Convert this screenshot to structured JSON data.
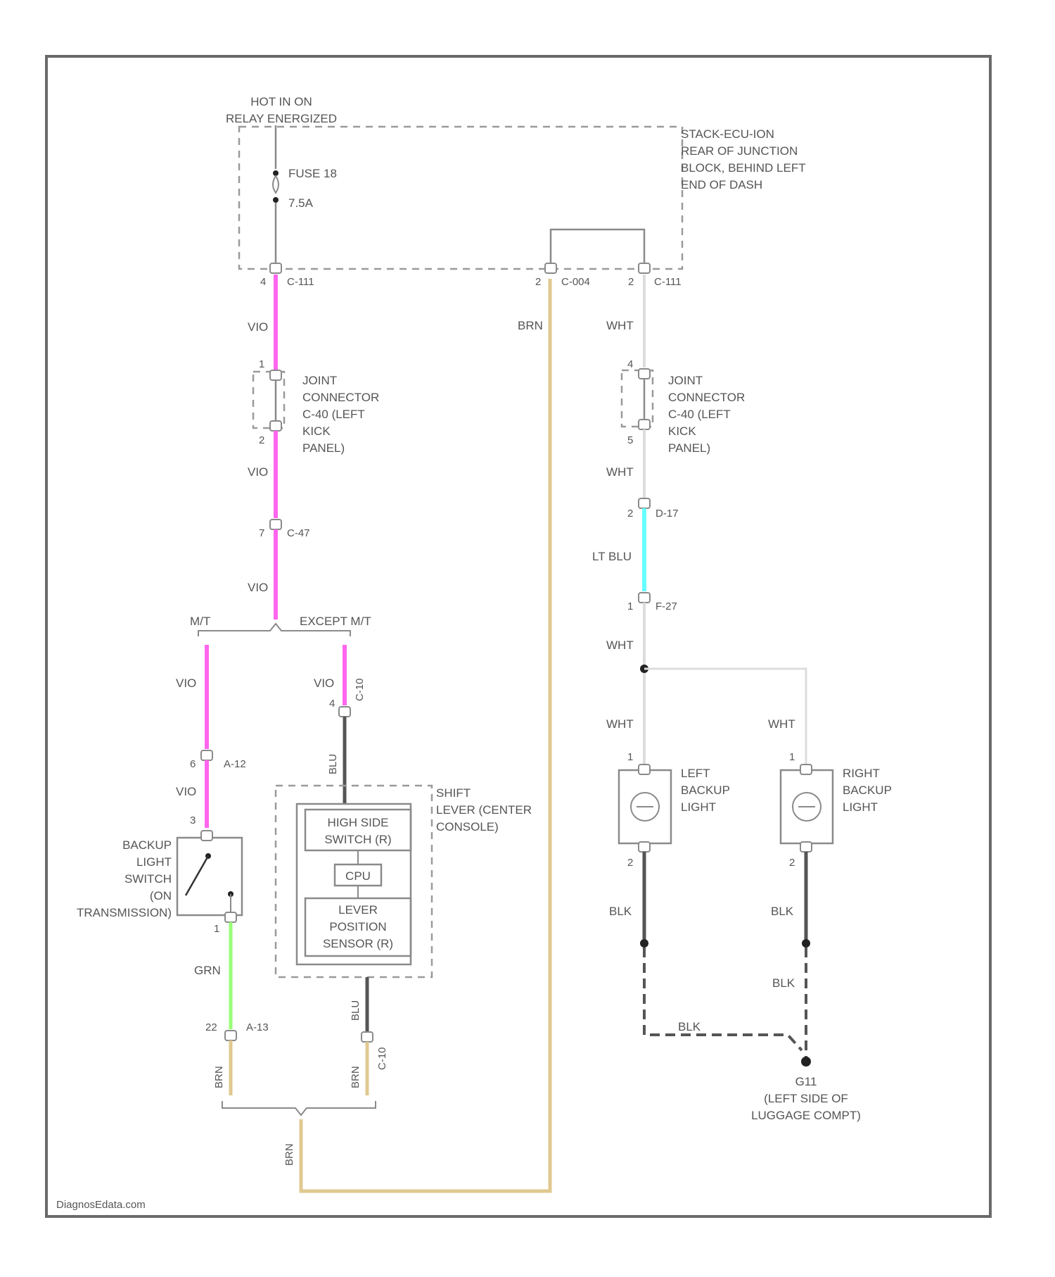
{
  "colors": {
    "vio": "#ff66ee",
    "brn": "#e0c890",
    "wht": "#dcdcdc",
    "ltblu": "#66ffff",
    "grn": "#99ff77",
    "blk": "#555555",
    "border": "#6a6a6a"
  },
  "power": {
    "line1": "HOT IN ON",
    "line2": "RELAY ENERGIZED"
  },
  "fuse": {
    "name": "FUSE 18",
    "rating": "7.5A"
  },
  "junction_block": {
    "line1": "STACK-ECU-ION",
    "line2": "REAR OF JUNCTION",
    "line3": "BLOCK, BEHIND LEFT",
    "line4": "END OF DASH"
  },
  "connectors": {
    "c1": {
      "pin": "4",
      "name": "C-111"
    },
    "c2": {
      "pin": "2",
      "name": "C-004"
    },
    "c3": {
      "pin": "2",
      "name": "C-111"
    },
    "jc_left_pin_top": "1",
    "jc_left_pin_bottom": "2",
    "jc_right_pin_top": "4",
    "jc_right_pin_bottom": "5",
    "c47": {
      "pin": "7",
      "name": "C-47"
    },
    "d17": {
      "pin": "2",
      "name": "D-17"
    },
    "f27": {
      "pin": "1",
      "name": "F-27"
    },
    "a12_top": {
      "pin": "6",
      "name": "A-12"
    },
    "a12_bottom": {
      "pin": "22",
      "name": "A-13"
    },
    "shift_top_pin": "4",
    "shift_top_name": "C-10",
    "shift_bottom_name": "C-10",
    "switch_pin_top": "3",
    "switch_pin_bottom": "1",
    "left_lamp_pin_top": "1",
    "left_lamp_pin_bottom": "2",
    "right_lamp_pin_top": "1",
    "right_lamp_pin_bottom": "2"
  },
  "joint_connector": {
    "line1": "JOINT",
    "line2": "CONNECTOR",
    "line3": "C-40 (LEFT",
    "line4": "KICK",
    "line5": "PANEL)"
  },
  "wire_labels": {
    "vio1": "VIO",
    "vio2": "VIO",
    "vio3": "VIO",
    "vio_left": "VIO",
    "vio_left2": "VIO",
    "vio_right": "VIO",
    "brn_main": "BRN",
    "brn1": "BRN",
    "brn2": "BRN",
    "brn3": "BRN",
    "wht1": "WHT",
    "wht2": "WHT",
    "wht3": "WHT",
    "wht4": "WHT",
    "wht5": "WHT",
    "ltblu": "LT BLU",
    "grn": "GRN",
    "blk_lamp": "BLK",
    "blk1": "BLK",
    "blk2": "BLK",
    "blk3": "BLK",
    "blu1": "BLU",
    "blu2": "BLU"
  },
  "branch": {
    "mt": "M/T",
    "except_mt": "EXCEPT M/T"
  },
  "backup_switch": {
    "line1": "BACKUP",
    "line2": "LIGHT",
    "line3": "SWITCH",
    "line4": "(ON",
    "line5": "TRANSMISSION)"
  },
  "shift_lever": {
    "line1": "SHIFT",
    "line2": "LEVER (CENTER",
    "line3": "CONSOLE)"
  },
  "high_side": {
    "line1": "HIGH SIDE",
    "line2": "SWITCH (R)"
  },
  "cpu": "CPU",
  "lever_sensor": {
    "line1": "LEVER",
    "line2": "POSITION",
    "line3": "SENSOR (R)"
  },
  "left_lamp": {
    "line1": "LEFT",
    "line2": "BACKUP",
    "line3": "LIGHT"
  },
  "right_lamp": {
    "line1": "RIGHT",
    "line2": "BACKUP",
    "line3": "LIGHT"
  },
  "ground": {
    "name": "G11",
    "line1": "(LEFT SIDE OF",
    "line2": "LUGGAGE COMPT)"
  },
  "watermark": "DiagnosEdata.com"
}
